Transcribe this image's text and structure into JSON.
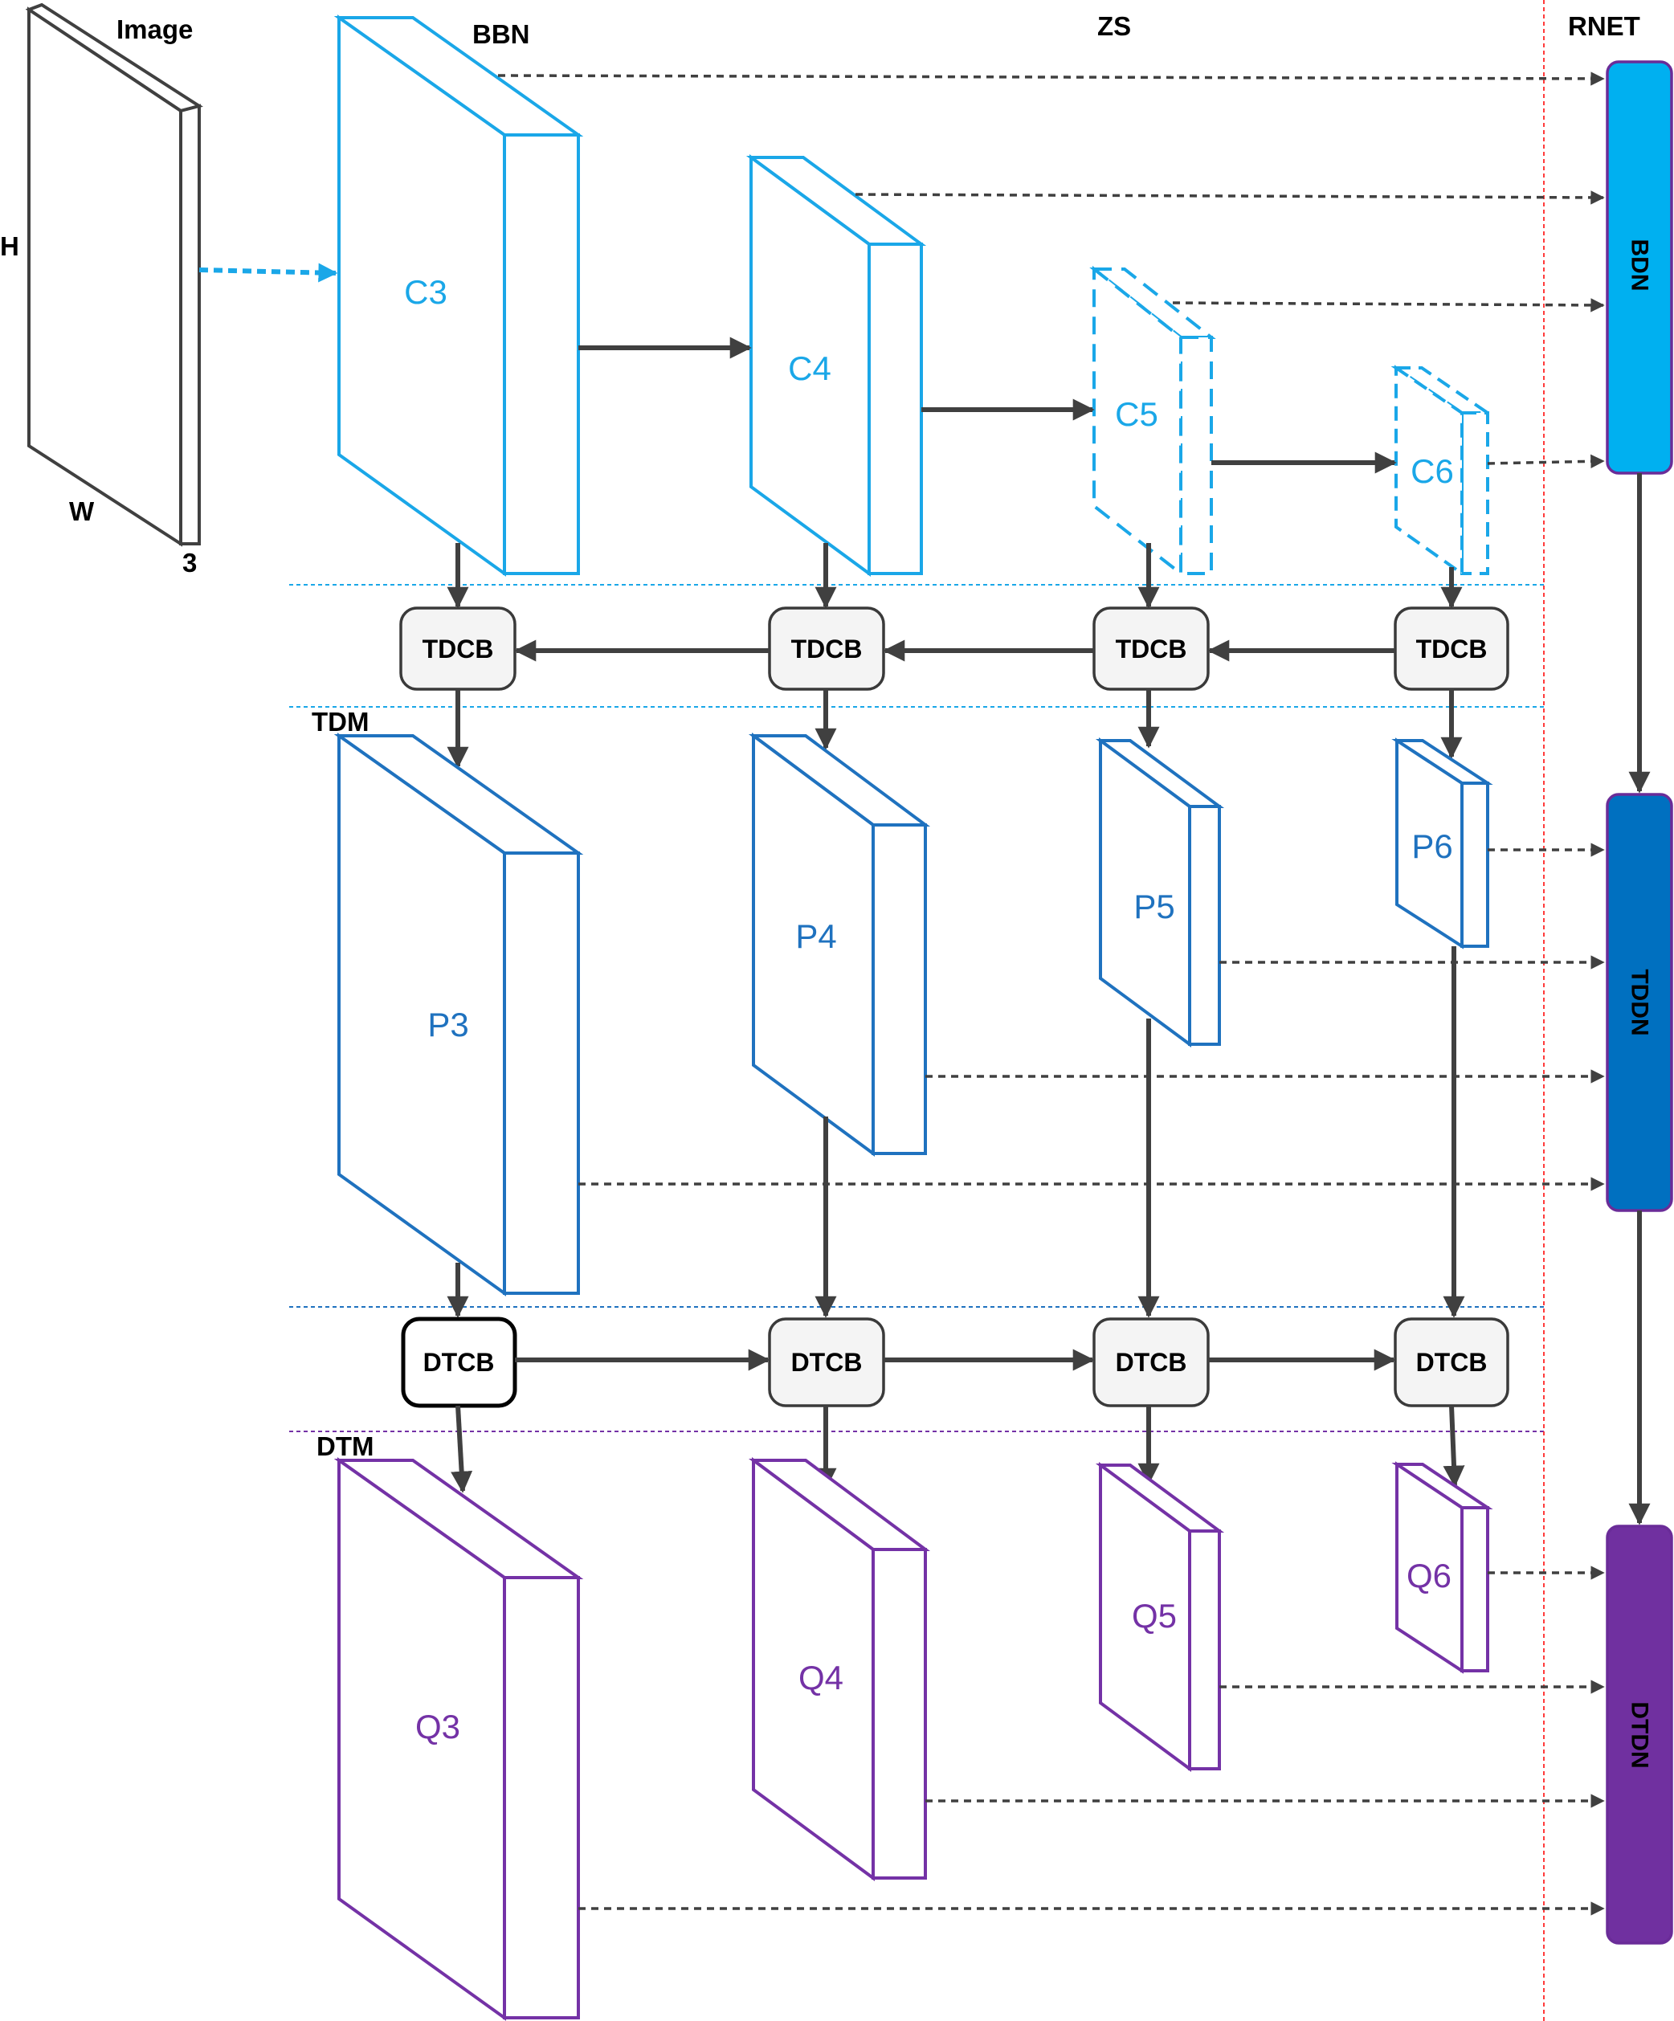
{
  "labels": {
    "image": "Image",
    "bbn": "BBN",
    "zs": "ZS",
    "rnet": "RNET",
    "tdm": "TDM",
    "dtm": "DTM",
    "height": "H",
    "width": "W",
    "channels": "3"
  },
  "backbone_maps": [
    "C3",
    "C4",
    "C5",
    "C6"
  ],
  "topdown_maps": [
    "P3",
    "P4",
    "P5",
    "P6"
  ],
  "downtop_maps": [
    "Q3",
    "Q4",
    "Q5",
    "Q6"
  ],
  "topdown_blocks": [
    "TDCB",
    "TDCB",
    "TDCB",
    "TDCB"
  ],
  "downtop_blocks": [
    "DTCB",
    "DTCB",
    "DTCB",
    "DTCB"
  ],
  "heads": [
    "BDN",
    "TDDN",
    "DTDN"
  ],
  "colors": {
    "backbone": "#1aa7e8",
    "topdown": "#1f72bf",
    "downtop": "#7432a6",
    "bdn_fill": "#00b0f0",
    "tddn_fill": "#0070c0",
    "dtdn_fill": "#7030a0",
    "rnet_line": "#ff3b3b",
    "arrow": "#404040"
  }
}
